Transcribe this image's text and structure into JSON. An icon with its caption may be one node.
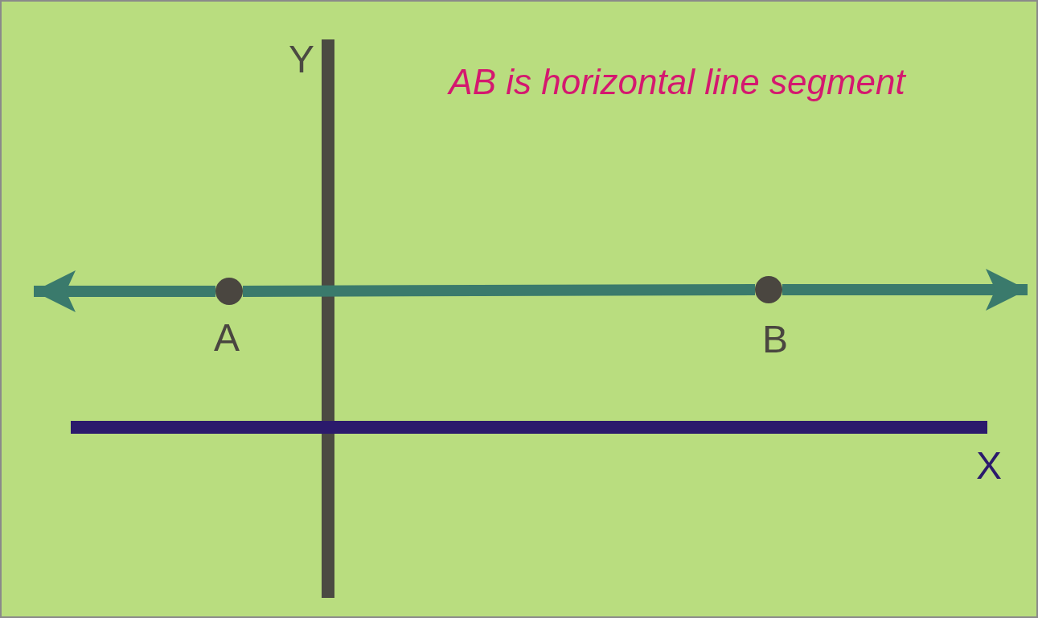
{
  "diagram": {
    "title": "AB is horizontal line segment",
    "nodes": [
      {
        "text": [],
        "shape": "circle",
        "beside": [
          "A"
        ]
      },
      {
        "text": [],
        "shape": "circle",
        "beside": [
          "B"
        ]
      }
    ],
    "edges": [
      {
        "from": 0,
        "to": 1,
        "arrow": "none"
      },
      {
        "from": 0,
        "to": null,
        "arrow": "to"
      },
      {
        "from": 1,
        "to": null,
        "arrow": "to"
      }
    ],
    "labels": [
      "Y",
      "X"
    ]
  }
}
